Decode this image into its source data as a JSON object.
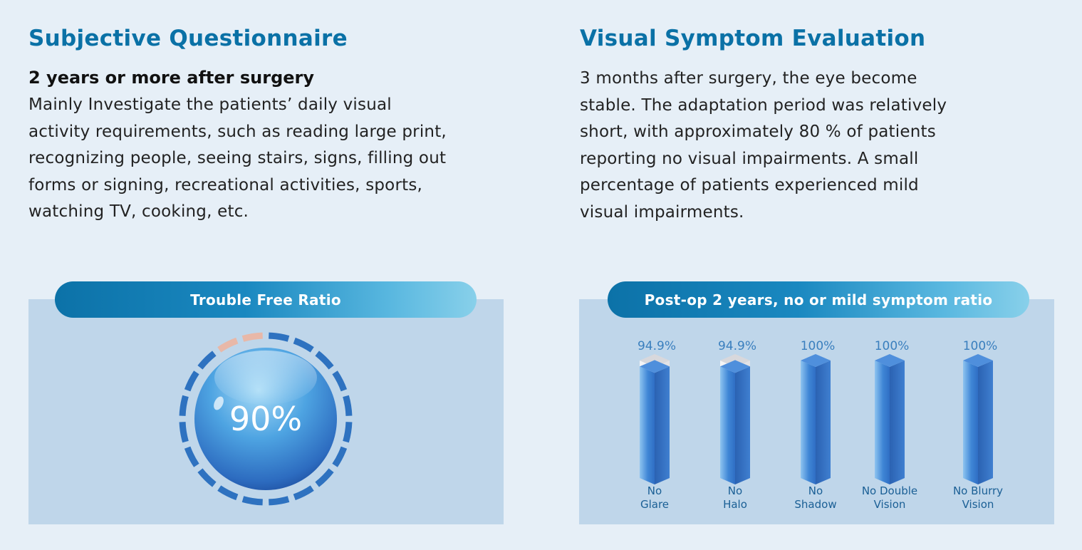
{
  "left": {
    "heading": "Subjective Questionnaire",
    "subheading": "2 years or more after surgery",
    "paragraph": "Mainly Investigate the patients’ daily visual\nactivity requirements, such as reading large print,\nrecognizing people, seeing stairs, signs, filling out\nforms or signing, recreational activities, sports,\nwatching TV, cooking, etc."
  },
  "right": {
    "heading": "Visual Symptom Evaluation",
    "paragraph": "3 months after surgery, the eye become\nstable. The adaptation period was relatively\nshort, with approximately 80 % of patients\nreporting no visual impairments. A small\npercentage of patients experienced mild\nvisual impairments."
  },
  "colors": {
    "heading": "#0a71a6",
    "panel": "#bfd6ea",
    "bar": "#3a7fd0",
    "ring": "#2e72c0",
    "ring_remainder": "#e8b8a8",
    "remainder": "#e8e8ea"
  },
  "chart_data": [
    {
      "type": "pie",
      "title": "Trouble Free Ratio",
      "value": 90,
      "label": "90%",
      "segments": 20,
      "ylim": [
        0,
        100
      ]
    },
    {
      "type": "bar",
      "title": "Post-op 2 years, no or mild symptom ratio",
      "categories": [
        "No\nGlare",
        "No\nHalo",
        "No\nShadow",
        "No Double\nVision",
        "No Blurry\nVision"
      ],
      "values": [
        94.9,
        94.9,
        100,
        100,
        100
      ],
      "value_labels": [
        "94.9%",
        "94.9%",
        "100%",
        "100%",
        "100%"
      ],
      "ylim": [
        0,
        100
      ]
    }
  ]
}
